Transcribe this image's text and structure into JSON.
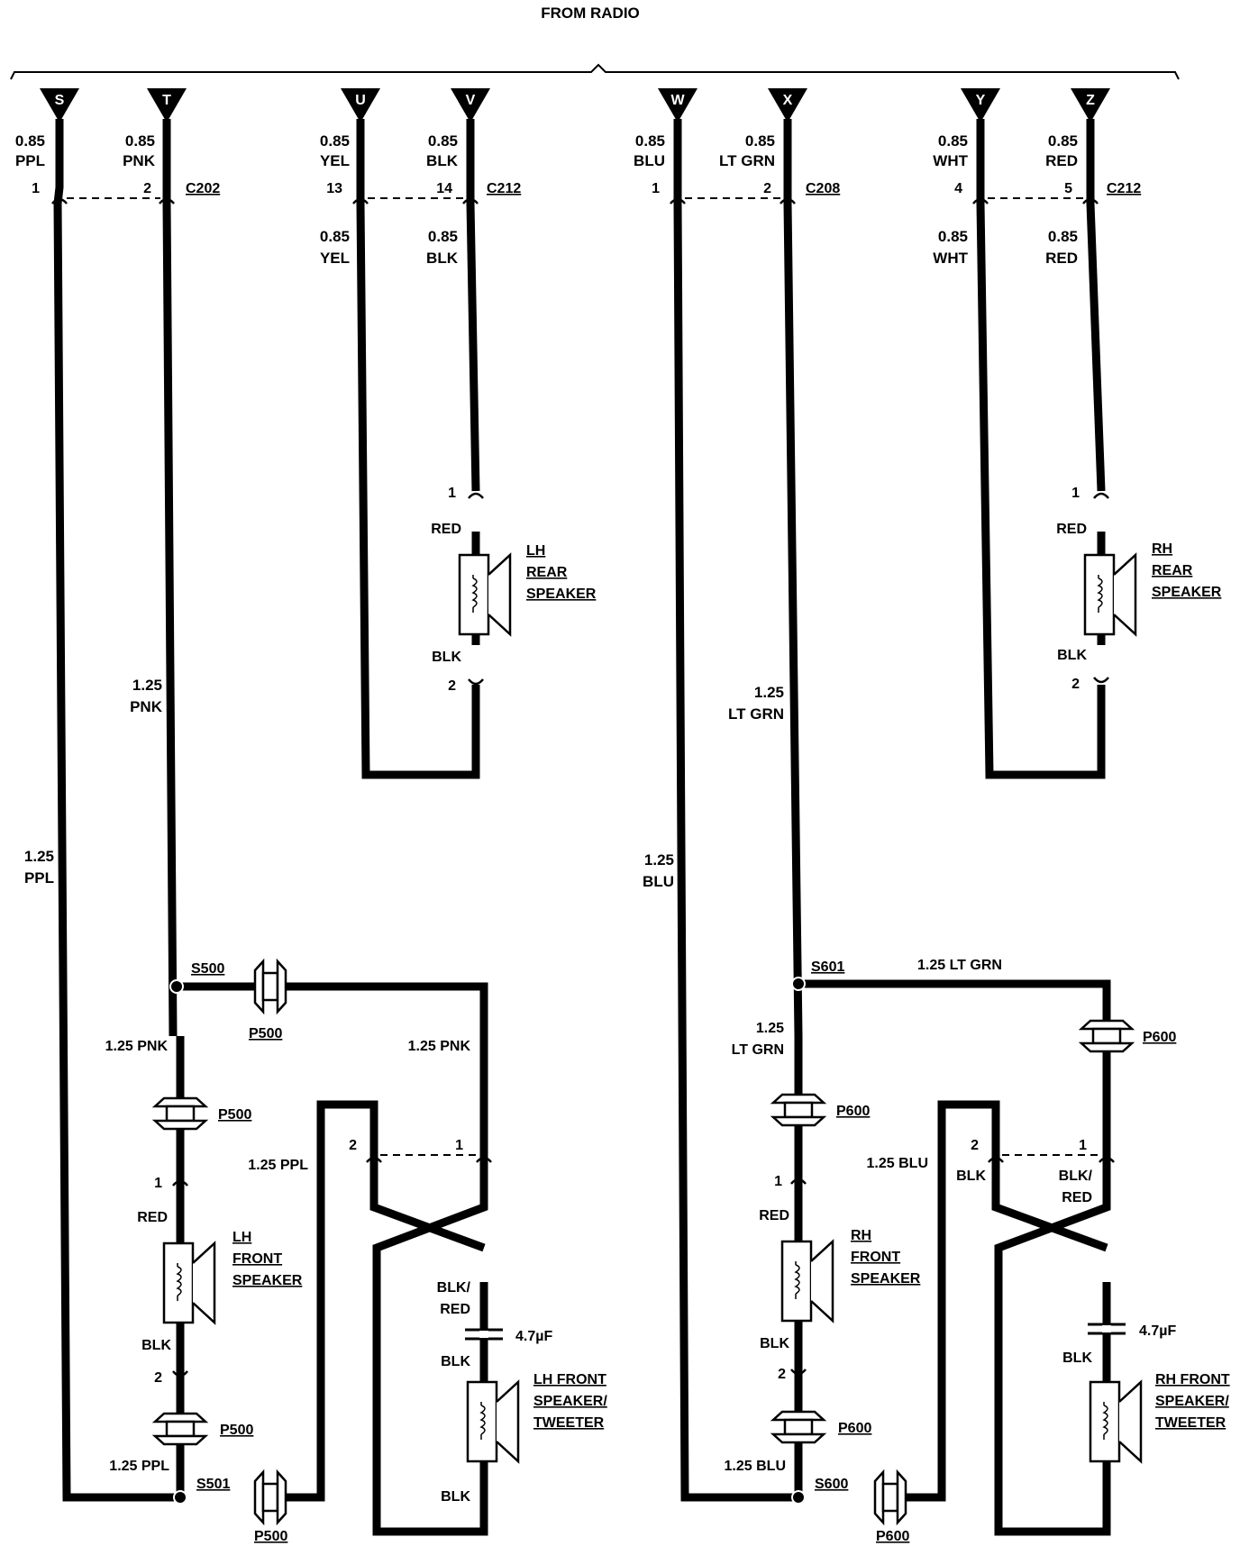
{
  "header": {
    "title": "FROM RADIO"
  },
  "terminals": [
    "S",
    "T",
    "U",
    "V",
    "W",
    "X",
    "Y",
    "Z"
  ],
  "top_wires": {
    "s": [
      "0.85",
      "PPL"
    ],
    "t": [
      "0.85",
      "PNK"
    ],
    "u": [
      "0.85",
      "YEL"
    ],
    "v": [
      "0.85",
      "BLK"
    ],
    "w": [
      "0.85",
      "BLU"
    ],
    "x": [
      "0.85",
      "LT GRN"
    ],
    "y": [
      "0.85",
      "WHT"
    ],
    "z": [
      "0.85",
      "RED"
    ]
  },
  "connectors": {
    "c202": {
      "name": "C202",
      "pins": [
        "1",
        "2"
      ]
    },
    "c212_left": {
      "name": "C212",
      "pins": [
        "13",
        "14"
      ]
    },
    "c208": {
      "name": "C208",
      "pins": [
        "1",
        "2"
      ]
    },
    "c212_right": {
      "name": "C212",
      "pins": [
        "4",
        "5"
      ]
    }
  },
  "below_connector_wires": {
    "u": [
      "0.85",
      "YEL"
    ],
    "v": [
      "0.85",
      "BLK"
    ],
    "y": [
      "0.85",
      "WHT"
    ],
    "z": [
      "0.85",
      "RED"
    ]
  },
  "lh_rear": {
    "pin1": "1",
    "wire_top": "RED",
    "wire_bottom": "BLK",
    "pin2": "2",
    "label": [
      "LH",
      "REAR",
      "SPEAKER"
    ]
  },
  "rh_rear": {
    "pin1": "1",
    "wire_top": "RED",
    "wire_bottom": "BLK",
    "pin2": "2",
    "label": [
      "RH",
      "REAR",
      "SPEAKER"
    ]
  },
  "mid_wires": {
    "t": [
      "1.25",
      "PNK"
    ],
    "x": [
      "1.25",
      "LT GRN"
    ],
    "s": [
      "1.25",
      "PPL"
    ],
    "w": [
      "1.25",
      "BLU"
    ]
  },
  "lh_front": {
    "splice_top": "S500",
    "splice_bottom": "S501",
    "wire_pnk_left": "1.25 PNK",
    "wire_pnk_right": "1.25 PNK",
    "wire_ppl_right": "1.25 PPL",
    "wire_ppl_bottom": "1.25 PPL",
    "passthrough": "P500",
    "speaker": {
      "pin1": "1",
      "wire_top": "RED",
      "wire_bottom": "BLK",
      "pin2": "2",
      "label": [
        "LH",
        "FRONT",
        "SPEAKER"
      ]
    },
    "tweeter": {
      "pins": [
        "2",
        "1"
      ],
      "wire_after_cross": [
        "BLK/",
        "RED"
      ],
      "capacitor": "4.7µF",
      "wire_after_cap": "BLK",
      "wire_bottom": "BLK",
      "label": [
        "LH FRONT",
        "SPEAKER/",
        "TWEETER"
      ]
    }
  },
  "rh_front": {
    "splice_top": "S601",
    "splice_bottom": "S600",
    "wire_grn_top": "1.25 LT GRN",
    "wire_grn_left": [
      "1.25",
      "LT GRN"
    ],
    "wire_blu_right": "1.25 BLU",
    "wire_blu_bottom": "1.25 BLU",
    "passthrough": "P600",
    "speaker": {
      "pin1": "1",
      "wire_top": "RED",
      "wire_bottom": "BLK",
      "pin2": "2",
      "label": [
        "RH",
        "FRONT",
        "SPEAKER"
      ]
    },
    "tweeter": {
      "pins": [
        "2",
        "1"
      ],
      "pin2_wire": "BLK",
      "pin1_wire": [
        "BLK/",
        "RED"
      ],
      "capacitor": "4.7µF",
      "wire_after_cap": "BLK",
      "label": [
        "RH FRONT",
        "SPEAKER/",
        "TWEETER"
      ]
    }
  }
}
